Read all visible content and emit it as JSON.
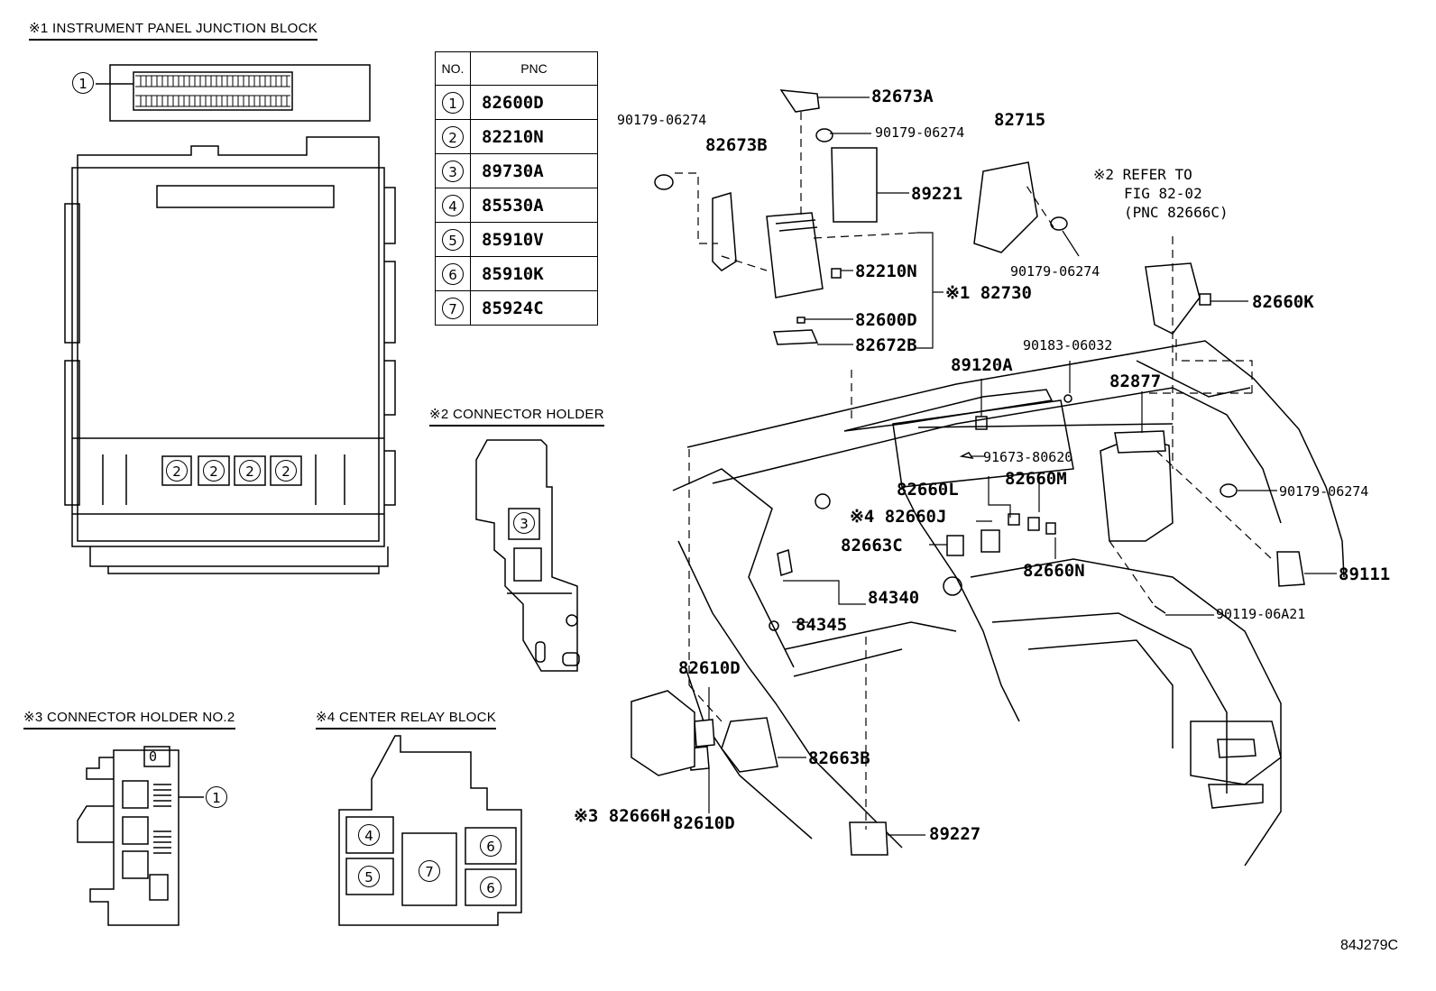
{
  "sections": {
    "s1": "※1 INSTRUMENT PANEL JUNCTION BLOCK",
    "s2": "※2 CONNECTOR HOLDER",
    "s3": "※3 CONNECTOR HOLDER NO.2",
    "s4": "※4 CENTER RELAY BLOCK"
  },
  "table": {
    "header_no": "NO.",
    "header_pnc": "PNC",
    "rows": [
      {
        "no": "1",
        "pnc": "82600D"
      },
      {
        "no": "2",
        "pnc": "82210N"
      },
      {
        "no": "3",
        "pnc": "89730A"
      },
      {
        "no": "4",
        "pnc": "85530A"
      },
      {
        "no": "5",
        "pnc": "85910V"
      },
      {
        "no": "6",
        "pnc": "85910K"
      },
      {
        "no": "7",
        "pnc": "85924C"
      }
    ]
  },
  "callouts": {
    "c1": "1",
    "c2": "2",
    "c3": "3",
    "c4": "4",
    "c5": "5",
    "c6": "6",
    "c7": "7",
    "c0": "0"
  },
  "parts": {
    "p82673A": "82673A",
    "p90179a": "90179-06274",
    "p90179b": "90179-06274",
    "p90179c": "90179-06274",
    "p90179d": "90179-06274",
    "p82673B": "82673B",
    "p82715": "82715",
    "p89221": "89221",
    "p82210N": "82210N",
    "p82730": "※1 82730",
    "p82600D": "82600D",
    "p82672B": "82672B",
    "refer1": "※2 REFER TO",
    "refer2": "FIG 82-02",
    "refer3": "(PNC 82666C)",
    "p82660K": "82660K",
    "p90183": "90183-06032",
    "p89120A": "89120A",
    "p82877": "82877",
    "p91673": "91673-80620",
    "p82660L": "82660L",
    "p82660M": "82660M",
    "p82660J": "※4 82660J",
    "p82663C": "82663C",
    "p82660N": "82660N",
    "p84340": "84340",
    "p84345": "84345",
    "p89111": "89111",
    "p90119": "90119-06A21",
    "p82610D_a": "82610D",
    "p82610D_b": "82610D",
    "p82663B": "82663B",
    "p82666H": "※3 82666H",
    "p89227": "89227"
  },
  "diagram_code": "84J279C"
}
